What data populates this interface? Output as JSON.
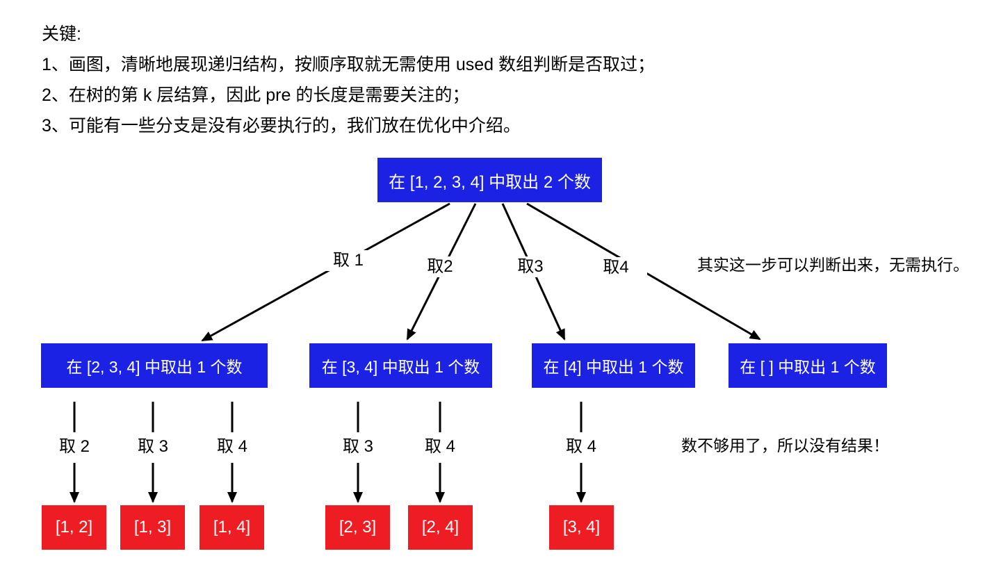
{
  "notes": {
    "title": "关键:",
    "items": [
      "1、画图，清晰地展现递归结构，按顺序取就无需使用 used 数组判断是否取过；",
      "2、在树的第 k 层结算，因此 pre 的长度是需要关注的；",
      "3、可能有一些分支是没有必要执行的，我们放在优化中介绍。"
    ]
  },
  "colors": {
    "node_blue": "#1b22e3",
    "node_red": "#ee1c23",
    "node_text": "#ffffff",
    "line_black": "#000000"
  },
  "tree": {
    "root": {
      "label": "在 [1, 2, 3, 4] 中取出 2 个数"
    },
    "level2": [
      {
        "label": "在 [2, 3, 4] 中取出 1 个数",
        "edge_label": "取 1"
      },
      {
        "label": "在 [3, 4] 中取出 1 个数",
        "edge_label": "取2"
      },
      {
        "label": "在 [4] 中取出 1 个数",
        "edge_label": "取3"
      },
      {
        "label": "在 [ ] 中取出 1 个数",
        "edge_label": "取4"
      }
    ],
    "leaves": [
      {
        "label": "[1, 2]",
        "edge_label": "取 2"
      },
      {
        "label": "[1, 3]",
        "edge_label": "取 3"
      },
      {
        "label": "[1, 4]",
        "edge_label": "取 4"
      },
      {
        "label": "[2, 3]",
        "edge_label": "取 3"
      },
      {
        "label": "[2, 4]",
        "edge_label": "取 4"
      },
      {
        "label": "[3, 4]",
        "edge_label": "取 4"
      }
    ]
  },
  "annotations": {
    "skip_branch": "其实这一步可以判断出来，无需执行。",
    "no_result": "数不够用了，所以没有结果！"
  }
}
